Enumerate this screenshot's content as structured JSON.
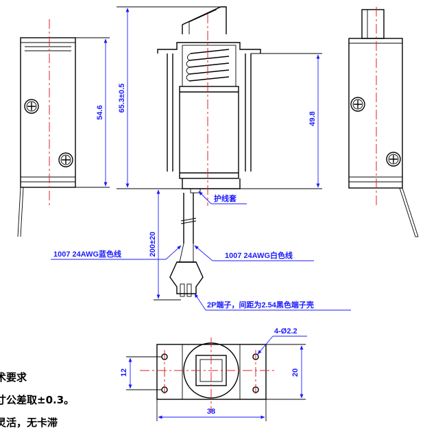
{
  "dimensions": {
    "height_side": "54.6",
    "height_total": "65.3±0.5",
    "height_body": "49.8",
    "wire_length": "200±20",
    "bottom_width": "38",
    "bottom_depth": "20",
    "hole_spacing": "12",
    "holes": "4-Ø2.2"
  },
  "callouts": {
    "sleeve": "护线套",
    "blue_wire": "1007 24AWG蓝色线",
    "white_wire": "1007 24AWG白色线",
    "connector": "2P端子，间距为2.54黑色端子壳"
  },
  "notes": {
    "title": "术要求",
    "line1": "寸公差取±0.3。",
    "line2": "灵活，无卡滞"
  },
  "colors": {
    "dimension": "#1a1aff",
    "centerline": "#e02020",
    "outline": "#000000"
  }
}
